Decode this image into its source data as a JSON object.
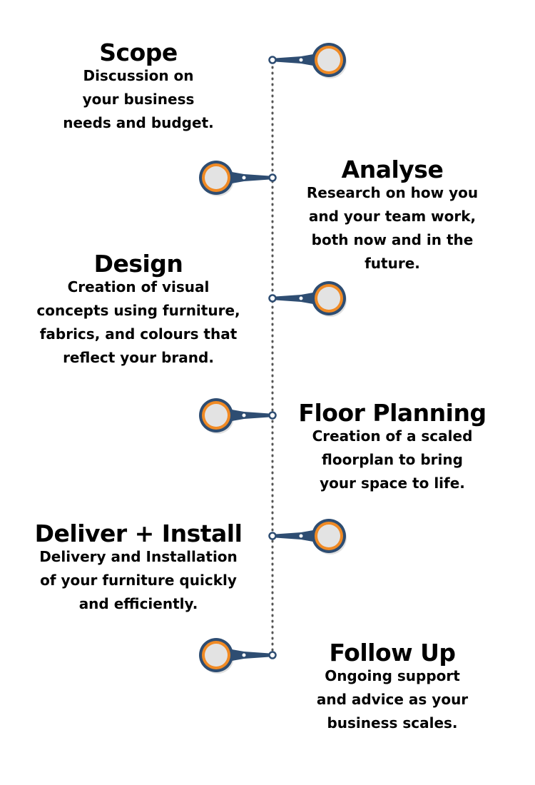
{
  "colors": {
    "accent_orange": "#f08a24",
    "connector_navy": "#2e4d72",
    "knob_fill": "#e3e3e3",
    "timeline_dots": "#555555"
  },
  "icons": {
    "node": "magnifier-node-icon",
    "spine": "dotted-timeline-line"
  },
  "steps": [
    {
      "side": "left",
      "title": "Scope",
      "lines": [
        "Discussion on",
        "your business",
        "needs and budget."
      ]
    },
    {
      "side": "right",
      "title": "Analyse",
      "lines": [
        "Research on how you",
        "and your team work,",
        "both now and in the",
        "future."
      ]
    },
    {
      "side": "left",
      "title": "Design",
      "lines": [
        "Creation of visual",
        "concepts using furniture,",
        "fabrics, and colours that",
        "reflect your brand."
      ]
    },
    {
      "side": "right",
      "title": "Floor Planning",
      "lines": [
        "Creation of a scaled",
        "floorplan to bring",
        "your space to life."
      ]
    },
    {
      "side": "left",
      "title": "Deliver + Install",
      "lines": [
        "Delivery and Installation",
        "of your furniture quickly",
        "and efficiently."
      ]
    },
    {
      "side": "right",
      "title": "Follow Up",
      "lines": [
        "Ongoing support",
        "and advice as your",
        "business scales."
      ]
    }
  ]
}
